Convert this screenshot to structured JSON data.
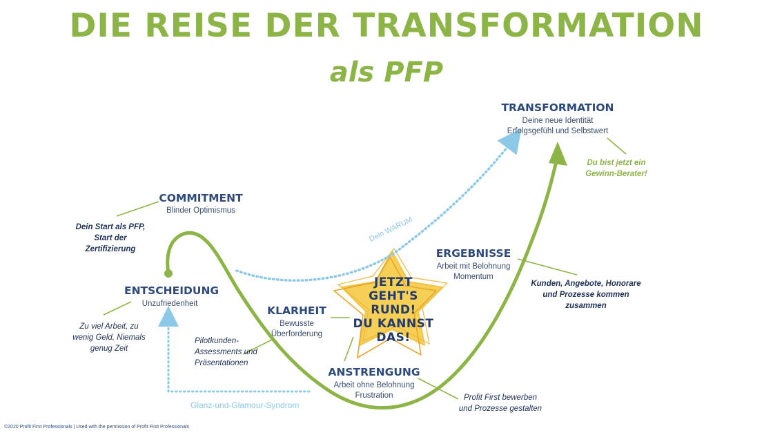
{
  "header": {
    "title": "DIE REISE DER TRANSFORMATION",
    "subtitle": "als PFP"
  },
  "stages": {
    "transformation": {
      "title": "TRANSFORMATION",
      "line1": "Deine neue Identität",
      "line2": "Erfolgsgefühl und Selbstwert"
    },
    "commitment": {
      "title": "COMMITMENT",
      "line1": "Blinder Optimismus"
    },
    "entscheidung": {
      "title": "ENTSCHEIDUNG",
      "line1": "Unzufriedenheit"
    },
    "klarheit": {
      "title": "KLARHEIT",
      "line1": "Bewusste",
      "line2": "Überforderung"
    },
    "ergebnisse": {
      "title": "ERGEBNISSE",
      "line1": "Arbeit mit Belohnung",
      "line2": "Momentum"
    },
    "anstrengung": {
      "title": "ANSTRENGUNG",
      "line1": "Arbeit ohne Belohnung",
      "line2": "Frustration"
    }
  },
  "notes": {
    "gewinn": {
      "line1": "Du bist jetzt ein",
      "line2": "Gewinn-Berater!"
    },
    "start": {
      "line1": "Dein Start als PFP,",
      "line2": "Start der",
      "line3": "Zertifizierung"
    },
    "zuviel": {
      "line1": "Zu viel Arbeit, zu",
      "line2": "wenig Geld, Niemals",
      "line3": "genug Zeit"
    },
    "pilot": {
      "line1": "Pilotkunden-",
      "line2": "Assessments und",
      "line3": "Präsentationen"
    },
    "kunden": {
      "line1": "Kunden, Angebote, Honorare",
      "line2": "und Prozesse kommen",
      "line3": "zusammen"
    },
    "profit": {
      "line1": "Profit First bewerben",
      "line2": "und Prozesse gestalten"
    }
  },
  "labels": {
    "warum": "Dein WARUM",
    "glanz": "Glanz-und-Glamour-Syndrom"
  },
  "star": {
    "line1": "JETZT",
    "line2": "GEHT'S RUND!",
    "line3": "DU KANNST",
    "line4": "DAS!"
  },
  "footer": "©2020 Profit First Professionals  |  Used with the permission of Profit First Professionals",
  "colors": {
    "green": "#8db446",
    "navy": "#2d4a7a",
    "light_blue": "#8cc8e8",
    "star_fill": "#f6cf57",
    "star_outline": "#e9a52a"
  }
}
